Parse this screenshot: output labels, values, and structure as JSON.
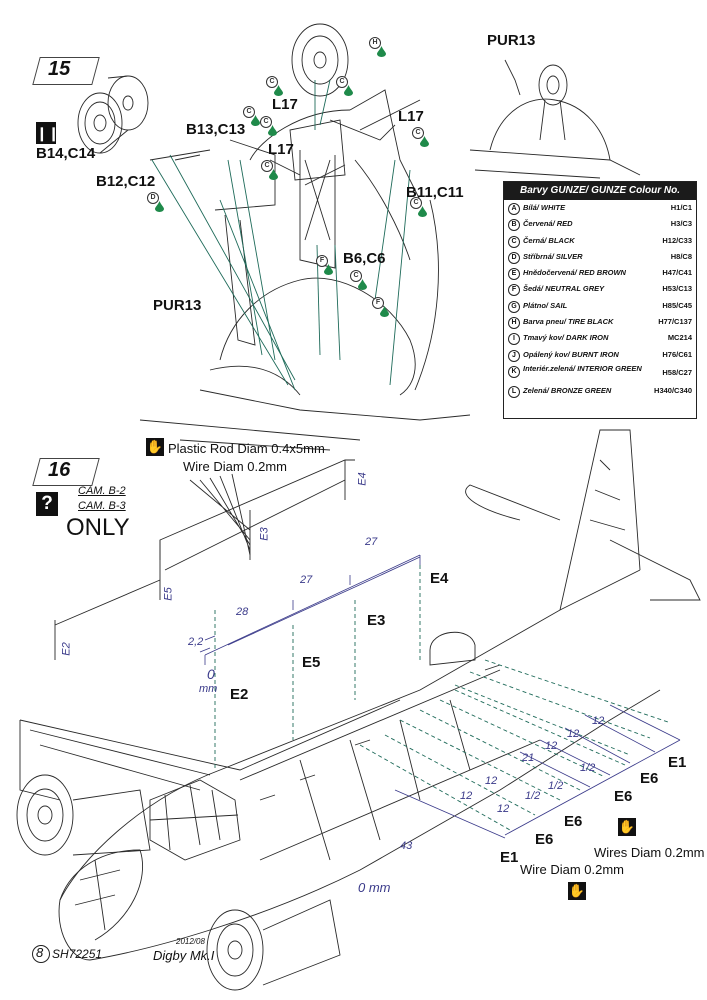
{
  "step15": {
    "number": "15",
    "labels": {
      "pur13_top": "PUR13",
      "b14_c14": "B14,C14",
      "b13_c13": "B13,C13",
      "l17_a": "L17",
      "l17_b": "L17",
      "l17_c": "L17",
      "b12_c12": "B12,C12",
      "b11_c11": "B11,C11",
      "b6_c6": "B6,C6",
      "pur13_mid": "PUR13"
    }
  },
  "colour_table": {
    "title": "Barvy GUNZE/ GUNZE Colour No.",
    "rows": [
      {
        "key": "A",
        "name": "Bílá/ WHITE",
        "code": "H1/C1"
      },
      {
        "key": "B",
        "name": "Červená/ RED",
        "code": "H3/C3"
      },
      {
        "key": "C",
        "name": "Černá/ BLACK",
        "code": "H12/C33"
      },
      {
        "key": "D",
        "name": "Stříbrná/ SILVER",
        "code": "H8/C8"
      },
      {
        "key": "E",
        "name": "Hnědočervená/ RED BROWN",
        "code": "H47/C41"
      },
      {
        "key": "F",
        "name": "Šedá/ NEUTRAL GREY",
        "code": "H53/C13"
      },
      {
        "key": "G",
        "name": "Plátno/ SAIL",
        "code": "H85/C45"
      },
      {
        "key": "H",
        "name": "Barva pneu/ TIRE BLACK",
        "code": "H77/C137"
      },
      {
        "key": "I",
        "name": "Tmavý kov/ DARK IRON",
        "code": "MC214"
      },
      {
        "key": "J",
        "name": "Opálený kov/ BURNT IRON",
        "code": "H76/C61"
      },
      {
        "key": "K",
        "name": "Interiér.zelená/ INTERIOR GREEN",
        "code": "H58/C27"
      },
      {
        "key": "L",
        "name": "Zelená/ BRONZE GREEN",
        "code": "H340/C340"
      }
    ]
  },
  "step16": {
    "number": "16",
    "cam1": "CAM. B-2",
    "cam2": "CAM. B-3",
    "only": "ONLY",
    "plastic_rod": "Plastic Rod Diam 0.4x5mm",
    "wire_top": "Wire Diam 0.2mm",
    "wires_diam": "Wires Diam 0.2mm",
    "wire_diam": "Wire Diam 0.2mm",
    "labels": {
      "e4": "E4",
      "e3": "E3",
      "e5": "E5",
      "e2": "E2",
      "e1_right": "E1",
      "e6_r1": "E6",
      "e6_r2": "E6",
      "e6_r3": "E6",
      "e6_bottom": "E6",
      "e1_bottom": "E1"
    },
    "small_labels": {
      "e4": "E4",
      "e3": "E3",
      "e5": "E5",
      "e2": "E2"
    },
    "dims_top": {
      "d27a": "27",
      "d27b": "27",
      "d28": "28",
      "d22": "2,2",
      "d0": "0",
      "mm": "mm"
    },
    "dims_side": [
      "12",
      "12",
      "12",
      "21",
      "1/2",
      "12",
      "12",
      "1/2",
      "1/2",
      "12"
    ],
    "dim43": "43",
    "zero_mm": "0 mm"
  },
  "footer": {
    "page": "8",
    "code": "SH72251",
    "date": "2012/08",
    "model": "Digby Mk.I"
  },
  "colors": {
    "green": "#1f8a4a",
    "line": "#2a2a2a",
    "dimension": "#3a3a8a"
  }
}
